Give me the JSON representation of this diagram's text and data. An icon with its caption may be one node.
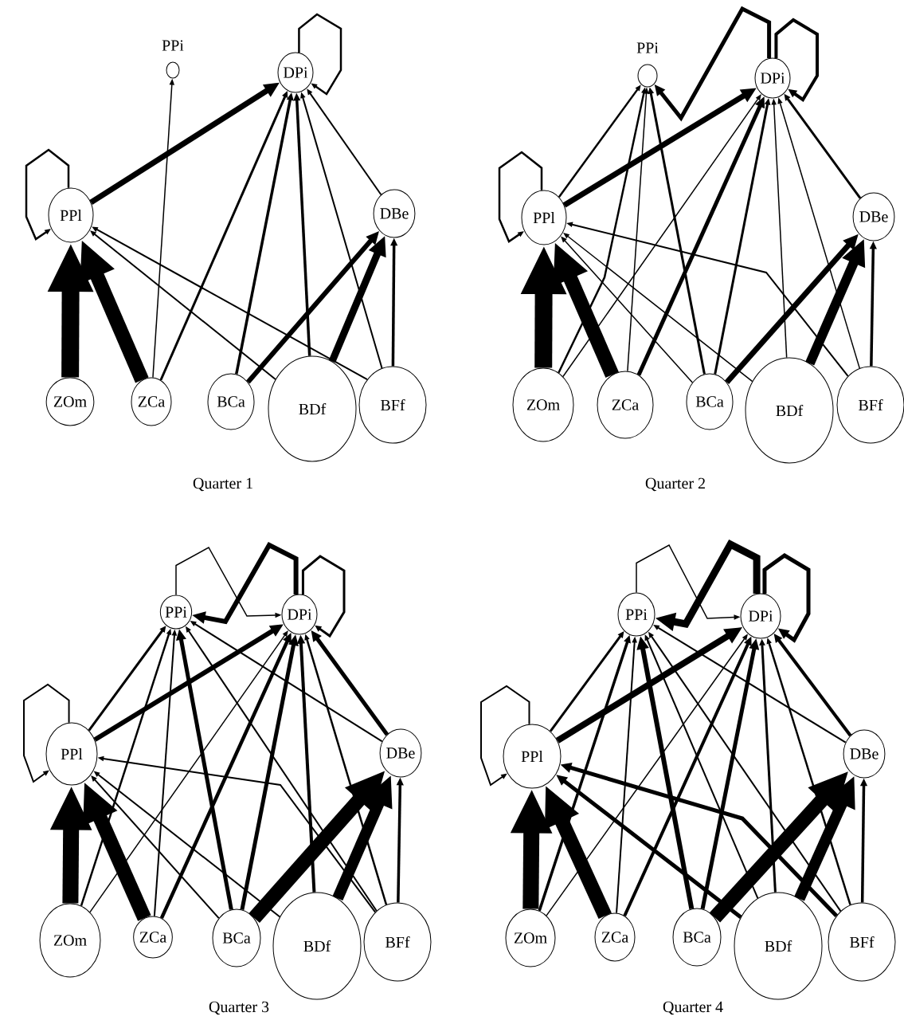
{
  "diagram": {
    "nodes": [
      {
        "text": [
          "PPi"
        ]
      },
      {
        "text": [
          "DPi"
        ]
      },
      {
        "text": [
          "PPl"
        ]
      },
      {
        "text": [
          "DBe"
        ]
      },
      {
        "text": [
          "ZOm"
        ]
      },
      {
        "text": [
          "ZCa"
        ]
      },
      {
        "text": [
          "BCa"
        ]
      },
      {
        "text": [
          "BDf"
        ]
      },
      {
        "text": [
          "BFf"
        ]
      },
      {
        "text": [
          "PPi"
        ]
      },
      {
        "text": [
          "DPi"
        ]
      },
      {
        "text": [
          "PPl"
        ]
      },
      {
        "text": [
          "DBe"
        ]
      },
      {
        "text": [
          "ZOm"
        ]
      },
      {
        "text": [
          "ZCa"
        ]
      },
      {
        "text": [
          "BCa"
        ]
      },
      {
        "text": [
          "BDf"
        ]
      },
      {
        "text": [
          "BFf"
        ]
      },
      {
        "text": [
          "PPi"
        ]
      },
      {
        "text": [
          "DPi"
        ]
      },
      {
        "text": [
          "PPl"
        ]
      },
      {
        "text": [
          "DBe"
        ]
      },
      {
        "text": [
          "ZOm"
        ]
      },
      {
        "text": [
          "ZCa"
        ]
      },
      {
        "text": [
          "BCa"
        ]
      },
      {
        "text": [
          "BDf"
        ]
      },
      {
        "text": [
          "BFf"
        ]
      },
      {
        "text": [
          "PPi"
        ]
      },
      {
        "text": [
          "DPi"
        ]
      },
      {
        "text": [
          "PPl"
        ]
      },
      {
        "text": [
          "DBe"
        ]
      },
      {
        "text": [
          "ZOm"
        ]
      },
      {
        "text": [
          "ZCa"
        ]
      },
      {
        "text": [
          "BCa"
        ]
      },
      {
        "text": [
          "BDf"
        ]
      },
      {
        "text": [
          "BFf"
        ]
      }
    ],
    "edges": [
      {
        "from": 2,
        "to": 2,
        "arrow": "to"
      },
      {
        "from": 1,
        "to": 1,
        "arrow": "to"
      },
      {
        "from": 4,
        "to": 2,
        "arrow": "to",
        "style": "thick"
      },
      {
        "from": 5,
        "to": 2,
        "arrow": "to",
        "style": "thick"
      },
      {
        "from": 5,
        "to": 0,
        "arrow": "to"
      },
      {
        "from": 5,
        "to": 1,
        "arrow": "to"
      },
      {
        "from": 2,
        "to": 1,
        "arrow": "to",
        "style": "thick"
      },
      {
        "from": 6,
        "to": 1,
        "arrow": "to"
      },
      {
        "from": 7,
        "to": 1,
        "arrow": "to"
      },
      {
        "from": 8,
        "to": 1,
        "arrow": "to"
      },
      {
        "from": 3,
        "to": 1,
        "arrow": "to"
      },
      {
        "from": 7,
        "to": 2,
        "arrow": "to"
      },
      {
        "from": 8,
        "to": 2,
        "arrow": "to"
      },
      {
        "from": 6,
        "to": 3,
        "arrow": "to",
        "style": "thick"
      },
      {
        "from": 7,
        "to": 3,
        "arrow": "to",
        "style": "thick"
      },
      {
        "from": 8,
        "to": 3,
        "arrow": "to"
      },
      {
        "from": 11,
        "to": 11,
        "arrow": "to"
      },
      {
        "from": 10,
        "to": 10,
        "arrow": "to"
      },
      {
        "from": 10,
        "to": 9,
        "arrow": "to"
      },
      {
        "from": 11,
        "to": 9,
        "arrow": "to"
      },
      {
        "from": 11,
        "to": 10,
        "arrow": "to",
        "style": "thick"
      },
      {
        "from": 13,
        "to": 11,
        "arrow": "to",
        "style": "thick"
      },
      {
        "from": 14,
        "to": 11,
        "arrow": "to",
        "style": "thick"
      },
      {
        "from": 13,
        "to": 9,
        "arrow": "to"
      },
      {
        "from": 13,
        "to": 10,
        "arrow": "to"
      },
      {
        "from": 14,
        "to": 9,
        "arrow": "to"
      },
      {
        "from": 14,
        "to": 10,
        "arrow": "to"
      },
      {
        "from": 15,
        "to": 9,
        "arrow": "to"
      },
      {
        "from": 15,
        "to": 10,
        "arrow": "to"
      },
      {
        "from": 15,
        "to": 11,
        "arrow": "to"
      },
      {
        "from": 16,
        "to": 11,
        "arrow": "to"
      },
      {
        "from": 17,
        "to": 11,
        "arrow": "to"
      },
      {
        "from": 16,
        "to": 10,
        "arrow": "to"
      },
      {
        "from": 17,
        "to": 10,
        "arrow": "to"
      },
      {
        "from": 12,
        "to": 10,
        "arrow": "to"
      },
      {
        "from": 15,
        "to": 12,
        "arrow": "to",
        "style": "thick"
      },
      {
        "from": 16,
        "to": 12,
        "arrow": "to",
        "style": "thick"
      },
      {
        "from": 17,
        "to": 12,
        "arrow": "to"
      },
      {
        "from": 20,
        "to": 20,
        "arrow": "to"
      },
      {
        "from": 19,
        "to": 19,
        "arrow": "to"
      },
      {
        "from": 18,
        "to": 19,
        "arrow": "to"
      },
      {
        "from": 19,
        "to": 18,
        "arrow": "to",
        "style": "thick"
      },
      {
        "from": 20,
        "to": 18,
        "arrow": "to"
      },
      {
        "from": 20,
        "to": 19,
        "arrow": "to",
        "style": "thick"
      },
      {
        "from": 22,
        "to": 20,
        "arrow": "to",
        "style": "thick"
      },
      {
        "from": 23,
        "to": 20,
        "arrow": "to",
        "style": "thick"
      },
      {
        "from": 22,
        "to": 18,
        "arrow": "to"
      },
      {
        "from": 22,
        "to": 19,
        "arrow": "to"
      },
      {
        "from": 23,
        "to": 18,
        "arrow": "to"
      },
      {
        "from": 23,
        "to": 19,
        "arrow": "to"
      },
      {
        "from": 24,
        "to": 18,
        "arrow": "to"
      },
      {
        "from": 24,
        "to": 19,
        "arrow": "to"
      },
      {
        "from": 24,
        "to": 20,
        "arrow": "to"
      },
      {
        "from": 24,
        "to": 21,
        "arrow": "to",
        "style": "thick"
      },
      {
        "from": 25,
        "to": 20,
        "arrow": "to"
      },
      {
        "from": 26,
        "to": 20,
        "arrow": "to"
      },
      {
        "from": 25,
        "to": 19,
        "arrow": "to"
      },
      {
        "from": 25,
        "to": 21,
        "arrow": "to",
        "style": "thick"
      },
      {
        "from": 26,
        "to": 19,
        "arrow": "to"
      },
      {
        "from": 26,
        "to": 18,
        "arrow": "to"
      },
      {
        "from": 21,
        "to": 18,
        "arrow": "to"
      },
      {
        "from": 21,
        "to": 19,
        "arrow": "to"
      },
      {
        "from": 26,
        "to": 21,
        "arrow": "to"
      },
      {
        "from": 29,
        "to": 29,
        "arrow": "to"
      },
      {
        "from": 28,
        "to": 28,
        "arrow": "to"
      },
      {
        "from": 27,
        "to": 28,
        "arrow": "to"
      },
      {
        "from": 28,
        "to": 27,
        "arrow": "to",
        "style": "thick"
      },
      {
        "from": 29,
        "to": 27,
        "arrow": "to"
      },
      {
        "from": 29,
        "to": 28,
        "arrow": "to",
        "style": "thick"
      },
      {
        "from": 31,
        "to": 29,
        "arrow": "to",
        "style": "thick"
      },
      {
        "from": 32,
        "to": 29,
        "arrow": "to",
        "style": "thick"
      },
      {
        "from": 31,
        "to": 27,
        "arrow": "to"
      },
      {
        "from": 31,
        "to": 28,
        "arrow": "to"
      },
      {
        "from": 32,
        "to": 27,
        "arrow": "to"
      },
      {
        "from": 32,
        "to": 28,
        "arrow": "to"
      },
      {
        "from": 33,
        "to": 27,
        "arrow": "to",
        "style": "thick"
      },
      {
        "from": 33,
        "to": 28,
        "arrow": "to"
      },
      {
        "from": 33,
        "to": 30,
        "arrow": "to",
        "style": "thick"
      },
      {
        "from": 34,
        "to": 27,
        "arrow": "to"
      },
      {
        "from": 34,
        "to": 29,
        "arrow": "to"
      },
      {
        "from": 35,
        "to": 29,
        "arrow": "to"
      },
      {
        "from": 34,
        "to": 28,
        "arrow": "to"
      },
      {
        "from": 34,
        "to": 30,
        "arrow": "to",
        "style": "thick"
      },
      {
        "from": 35,
        "to": 27,
        "arrow": "to"
      },
      {
        "from": 35,
        "to": 28,
        "arrow": "to"
      },
      {
        "from": 30,
        "to": 27,
        "arrow": "to"
      },
      {
        "from": 30,
        "to": 28,
        "arrow": "to"
      },
      {
        "from": 35,
        "to": 30,
        "arrow": "to"
      }
    ],
    "labels": [
      "Quarter 1",
      "Quarter 2",
      "Quarter 3",
      "Quarter 4"
    ]
  }
}
